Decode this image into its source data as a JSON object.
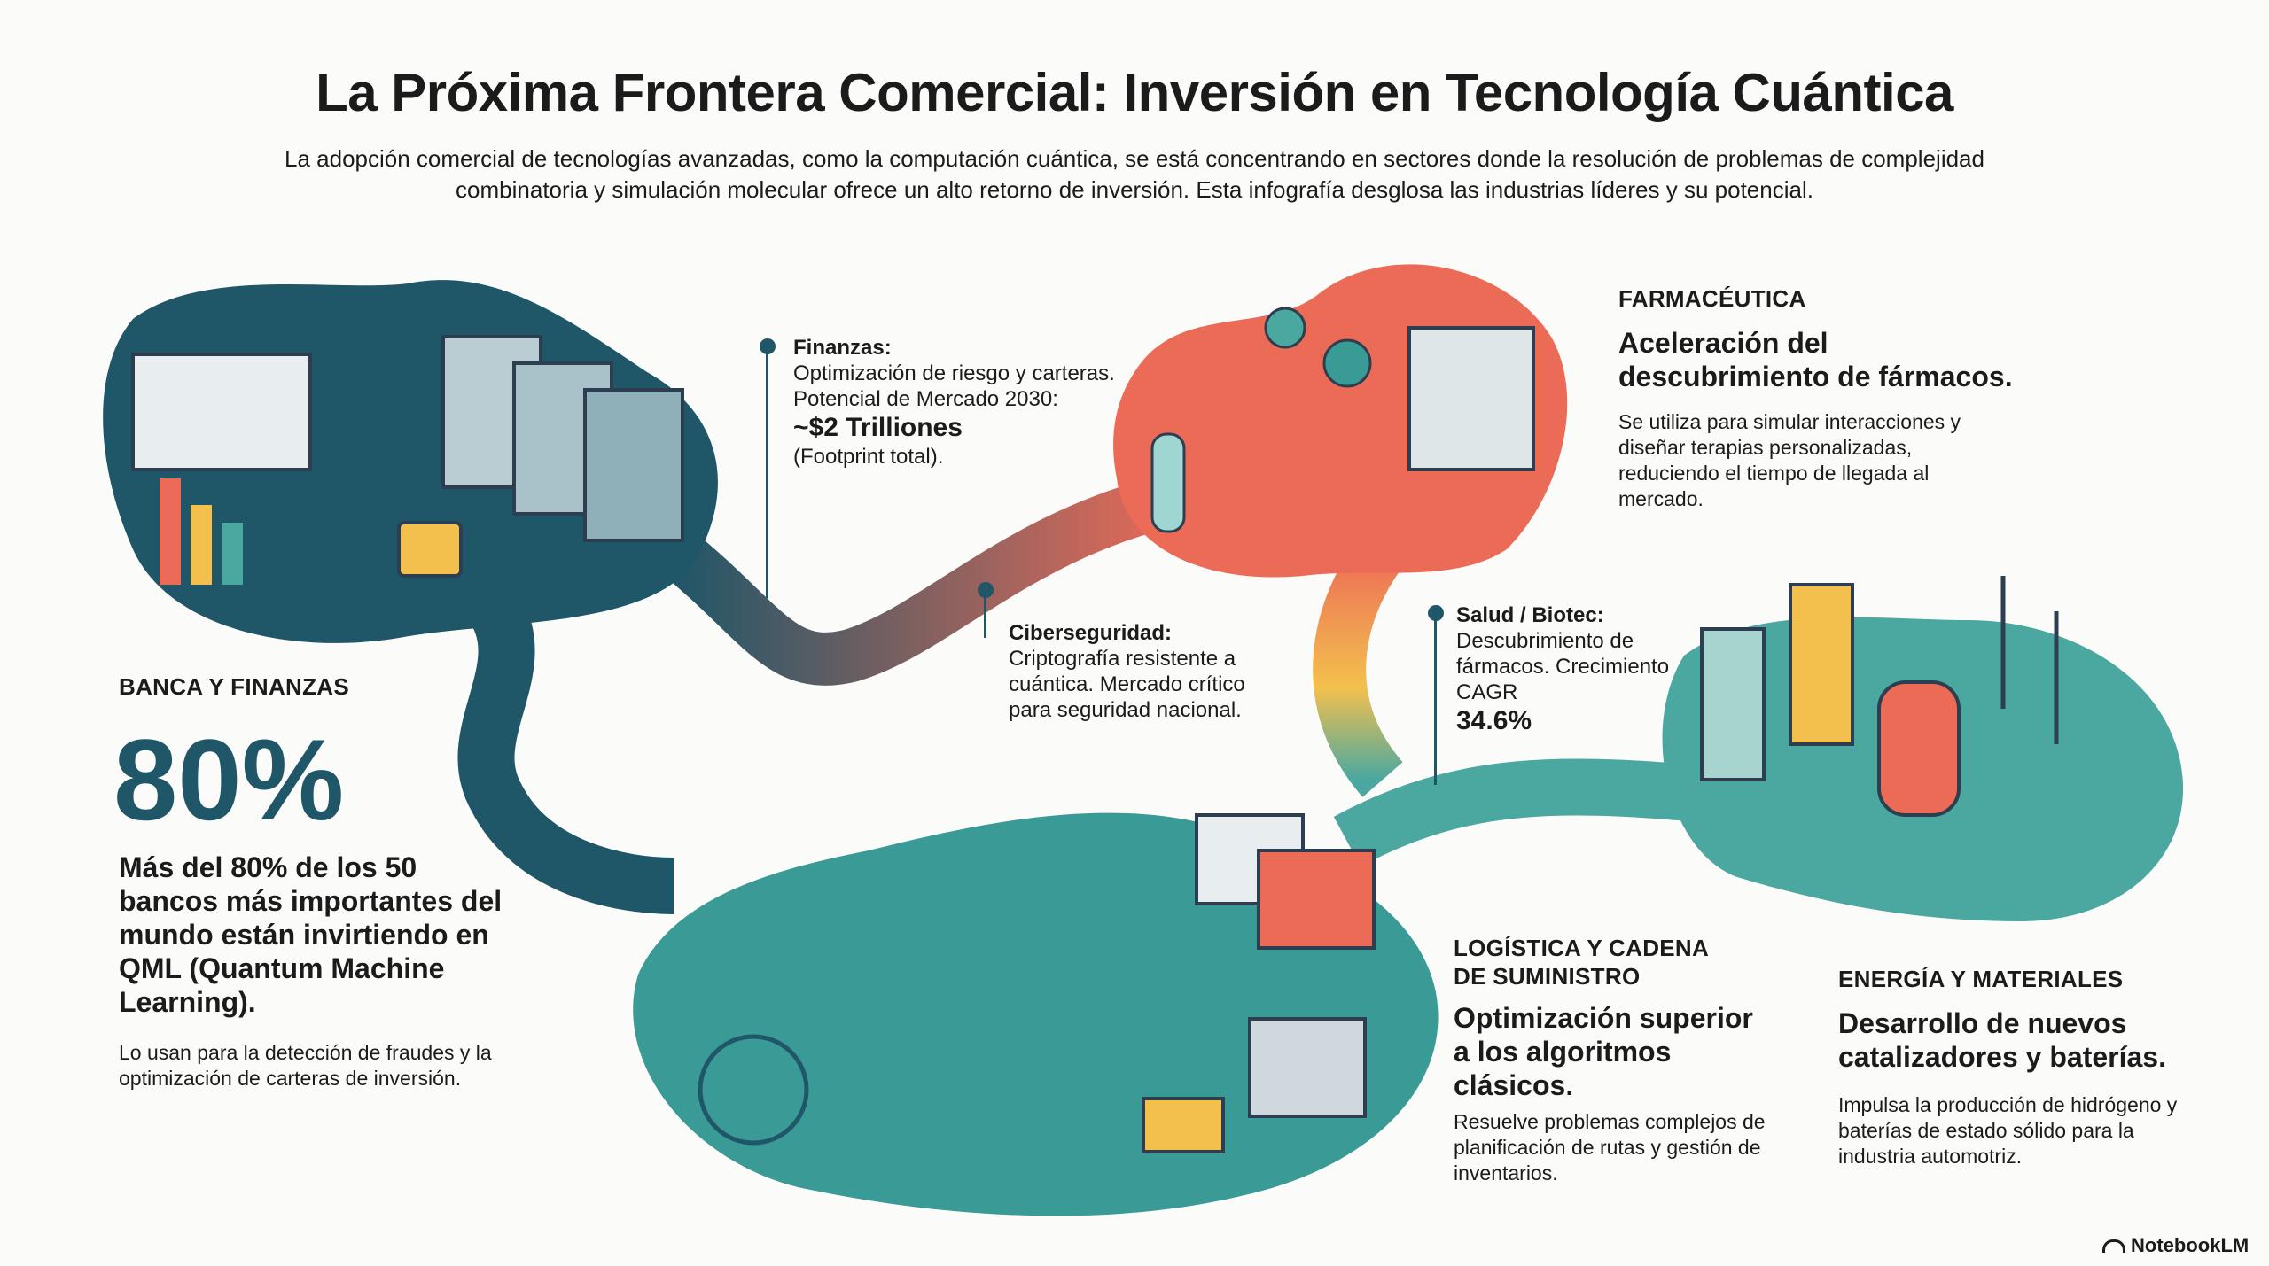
{
  "header": {
    "title": "La Próxima Frontera Comercial: Inversión en Tecnología Cuántica",
    "subtitle": "La adopción comercial de tecnologías avanzadas, como la computación cuántica, se está concentrando en sectores donde la resolución de problemas de complejidad combinatoria y simulación molecular ofrece un alto retorno de inversión. Esta infografía desglosa las industrias líderes y su potencial."
  },
  "banking": {
    "label": "BANCA Y FINANZAS",
    "stat": "80%",
    "headline": "Más del 80% de los 50 bancos más importantes del mundo están invirtiendo en QML (Quantum Machine Learning).",
    "body": "Lo usan para la detección de fraudes y la optimización de carteras de inversión."
  },
  "notes": {
    "finance": {
      "title": "Finanzas:",
      "text": "Optimización de riesgo y carteras. Potencial de Mercado 2030:",
      "value": "~$2 Trilliones",
      "suffix": "(Footprint total)."
    },
    "cyber": {
      "title": "Ciberseguridad:",
      "text": "Criptografía resistente a cuántica. Mercado crítico para seguridad nacional."
    },
    "health": {
      "title": "Salud / Biotec:",
      "text": "Descubrimiento de fármacos. Crecimiento CAGR",
      "value": "34.6%"
    }
  },
  "pharma": {
    "label": "FARMACÉUTICA",
    "headline": "Aceleración del descubrimiento de fármacos.",
    "body": "Se utiliza para simular interacciones y diseñar terapias personalizadas, reduciendo el tiempo de llegada al mercado."
  },
  "logistics": {
    "label": "LOGÍSTICA Y CADENA DE SUMINISTRO",
    "headline": "Optimización superior a los algoritmos clásicos.",
    "body": "Resuelve problemas complejos de planificación de rutas y gestión de inventarios."
  },
  "energy": {
    "label": "ENERGÍA Y MATERIALES",
    "headline": "Desarrollo de nuevos catalizadores y baterías.",
    "body": "Impulsa la producción de hidrógeno y baterías de estado sólido para la industria automotriz."
  },
  "footer": {
    "brand": "NotebookLM"
  },
  "colors": {
    "teal_dark": "#1f5668",
    "teal": "#3a9a96",
    "coral": "#ec6b57",
    "yellow": "#f3c04d",
    "text": "#1b1b1b"
  }
}
